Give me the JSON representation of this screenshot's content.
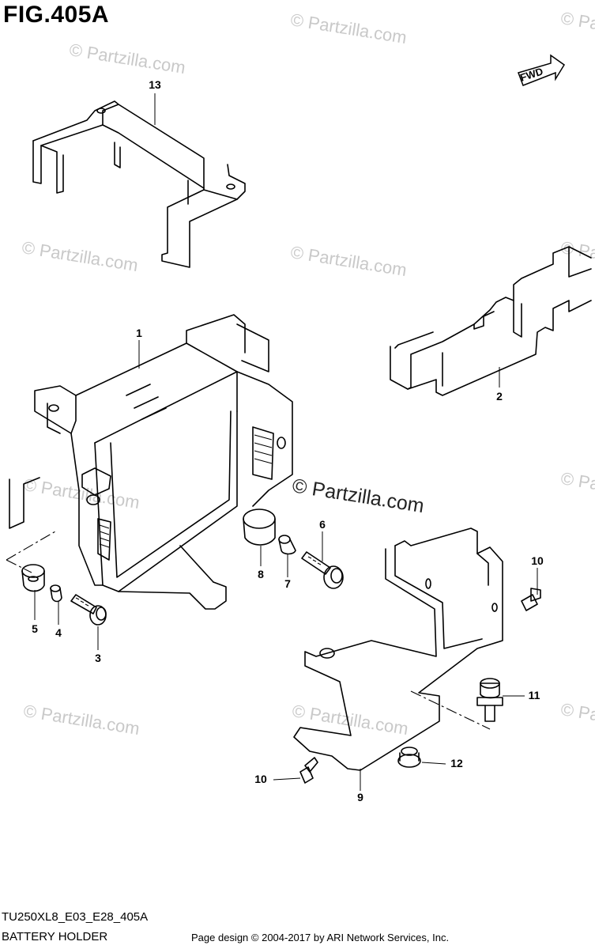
{
  "figure": {
    "title": "FIG.405A",
    "diagram_code": "TU250XL8_E03_E28_405A",
    "diagram_name": "BATTERY HOLDER"
  },
  "fwd_label": "FWD",
  "watermark": {
    "faint_text": "© Partzilla.com",
    "main_text": "© Partzilla.com"
  },
  "callouts": {
    "c13": "13",
    "c1": "1",
    "c2": "2",
    "c6": "6",
    "c8": "8",
    "c7": "7",
    "c10a": "10",
    "c5": "5",
    "c4": "4",
    "c3": "3",
    "c11": "11",
    "c12": "12",
    "c10b": "10",
    "c9": "9"
  },
  "footer": {
    "credit": "Page design © 2004-2017 by ARI Network Services, Inc."
  }
}
